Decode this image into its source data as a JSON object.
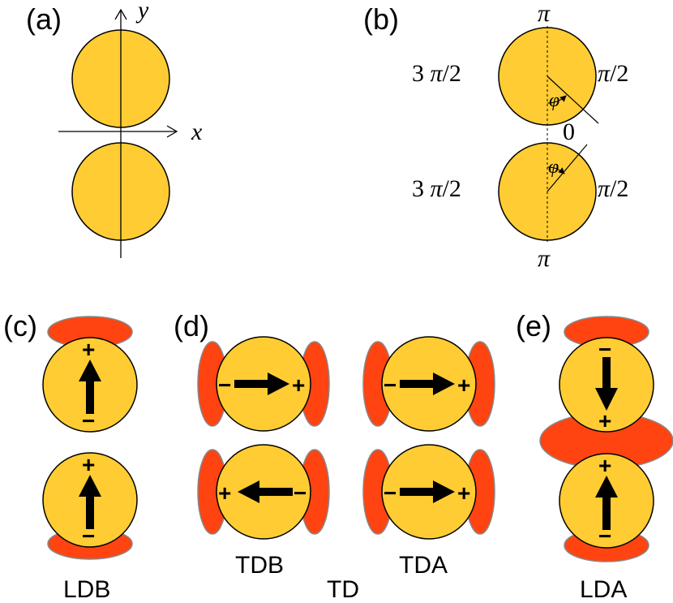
{
  "panels": {
    "a": {
      "label": "(a)",
      "axis_x": "x",
      "axis_y": "y"
    },
    "b": {
      "label": "(b)",
      "top_sphere": {
        "top": "π",
        "left": "3 π / 2",
        "right": "π / 2",
        "angle": "φ"
      },
      "middle": "0",
      "bottom_sphere": {
        "left": "3 π / 2",
        "right": "π / 2",
        "angle": "φ",
        "bottom": "π"
      }
    },
    "c": {
      "label": "(c)",
      "caption": "LDB",
      "top_sphere": {
        "top_sign": "+",
        "bottom_sign": "−"
      },
      "bottom_sphere": {
        "top_sign": "+",
        "bottom_sign": "−"
      }
    },
    "d": {
      "label": "(d)",
      "caption_left": "TDB",
      "caption_middle": "TD",
      "caption_right": "TDA",
      "tdb_top": {
        "left_sign": "−",
        "right_sign": "+"
      },
      "tdb_bottom": {
        "left_sign": "+",
        "right_sign": "−"
      },
      "tda_top": {
        "left_sign": "−",
        "right_sign": "+"
      },
      "tda_bottom": {
        "left_sign": "−",
        "right_sign": "+"
      }
    },
    "e": {
      "label": "(e)",
      "caption": "LDA",
      "top_sphere": {
        "top_sign": "−",
        "bottom_sign": "+"
      },
      "bottom_sphere": {
        "top_sign": "+",
        "bottom_sign": "−"
      }
    }
  },
  "colors": {
    "sphere_fill": "#FFCC33",
    "charge_fill": "#FF4411",
    "charge_stroke": "#888888",
    "line": "#000000"
  }
}
